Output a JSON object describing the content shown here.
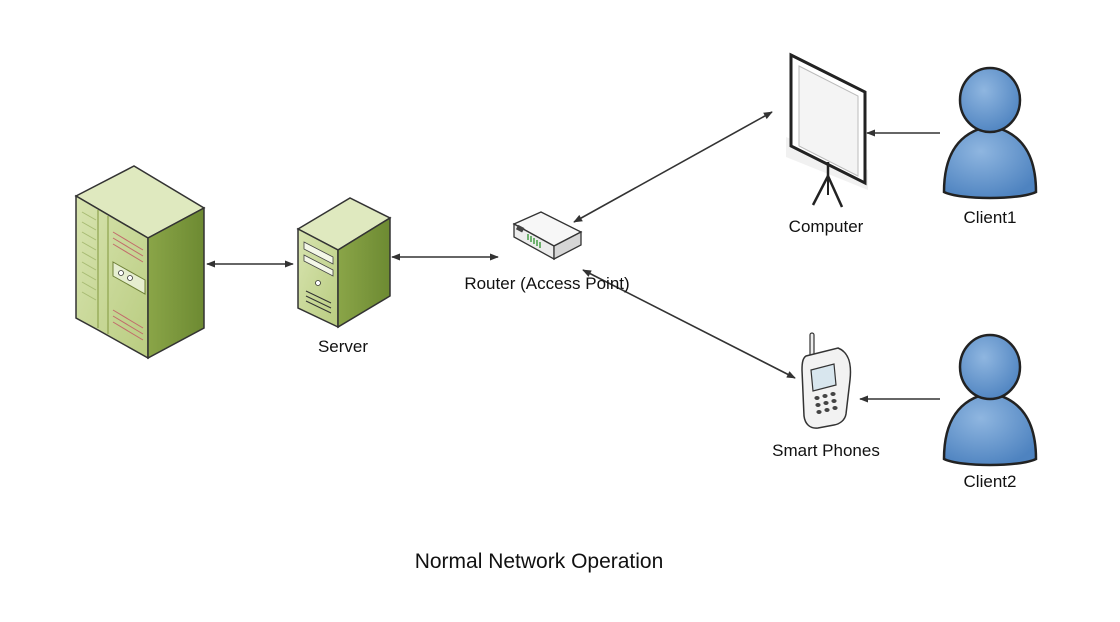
{
  "caption": "Normal Network Operation",
  "nodes": {
    "server_label": "Server",
    "router_label": "Router (Access Point)",
    "computer_label": "Computer",
    "client1_label": "Client1",
    "phone_label": "Smart Phones",
    "client2_label": "Client2"
  },
  "colors": {
    "server_green": "#c9d89a",
    "server_dark": "#7f9a3e",
    "person_blue": "#5b8fc9",
    "arrow": "#333333"
  },
  "icons": [
    "server-rack-icon",
    "server-tower-icon",
    "router-icon",
    "projector-screen-icon",
    "person-icon",
    "phone-icon"
  ]
}
